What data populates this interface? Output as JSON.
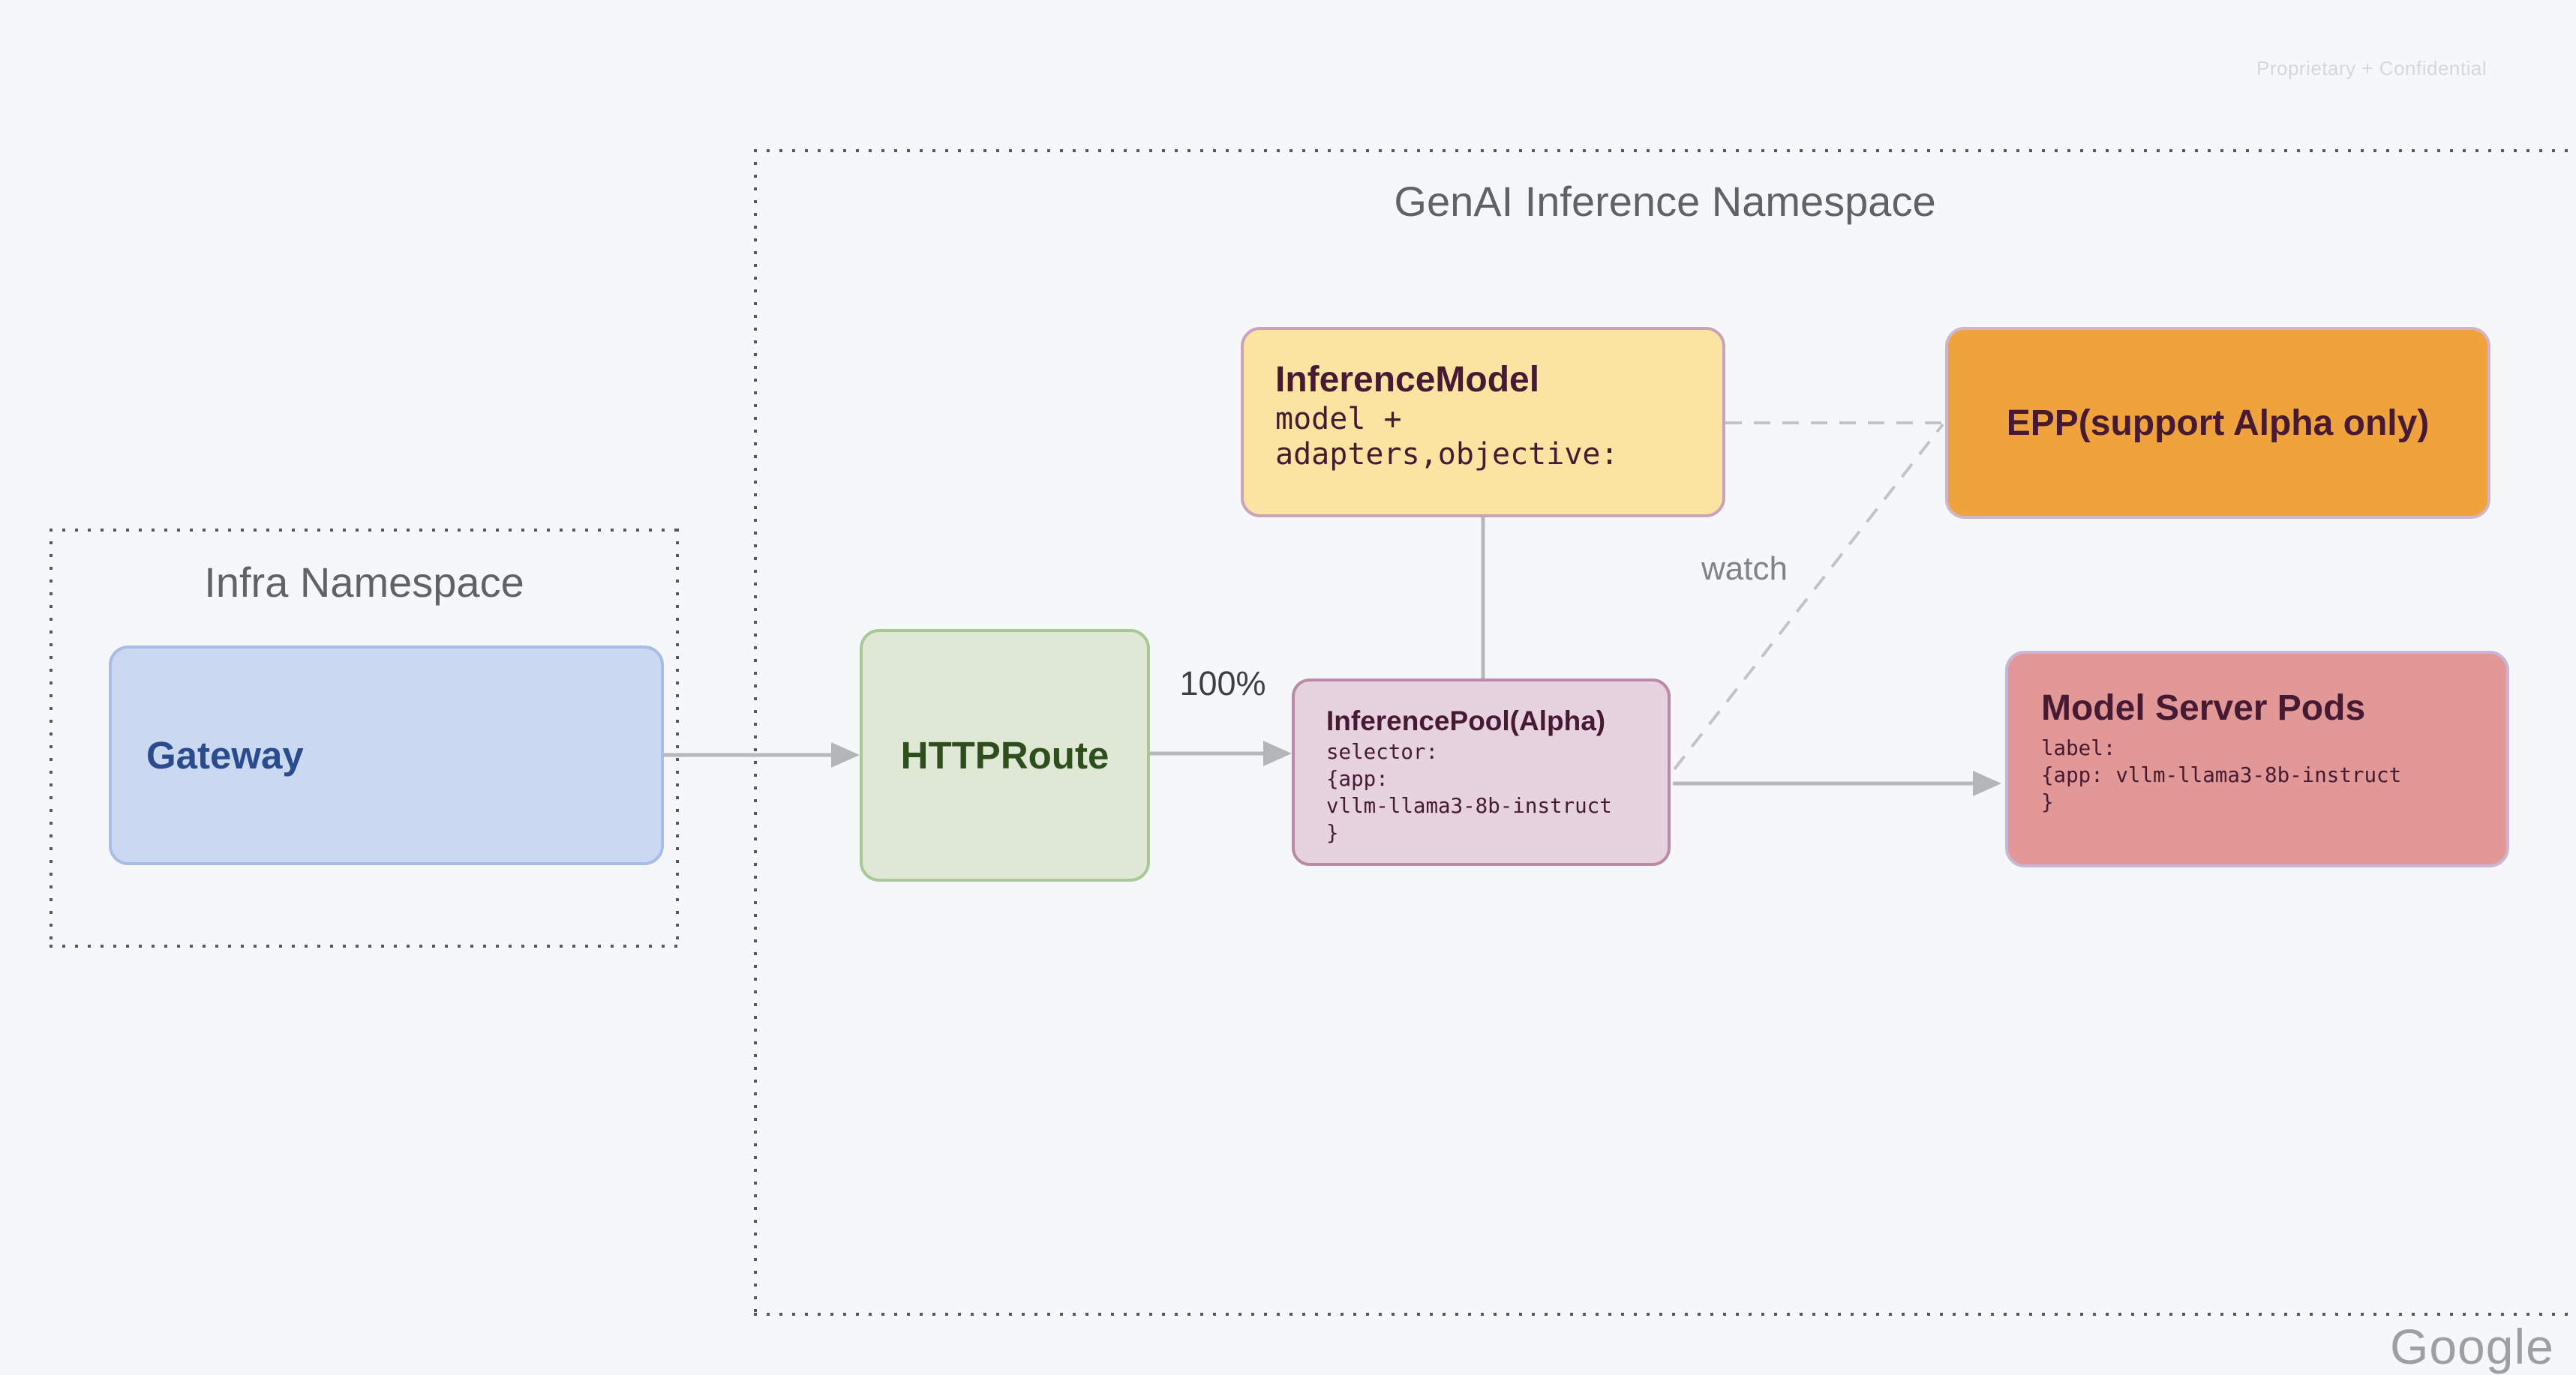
{
  "watermarks": {
    "top_right": "Proprietary + Confidential",
    "bottom_right_partial": "Google"
  },
  "groups": {
    "genai": {
      "title": "GenAI Inference Namespace"
    },
    "infra": {
      "title": "Infra Namespace"
    }
  },
  "nodes": {
    "gateway": {
      "label": "Gateway"
    },
    "httproute": {
      "label": "HTTPRoute"
    },
    "inference_model": {
      "title": "InferenceModel",
      "body_lines": [
        "model +",
        "adapters,objective:"
      ]
    },
    "epp": {
      "label": "EPP(support Alpha only)"
    },
    "inference_pool": {
      "title": "InferencePool(Alpha)",
      "body_lines": [
        "selector:",
        "{app:",
        "vllm-llama3-8b-instruct",
        "}"
      ]
    },
    "model_server_pods": {
      "title": "Model Server Pods",
      "body_lines": [
        "label:",
        "{app: vllm-llama3-8b-instruct",
        "}"
      ]
    }
  },
  "edges": {
    "route_weight_label": "100%",
    "watch_label": "watch"
  },
  "palette": {
    "background": "#F6F7F9",
    "namespace_title_gray": "#5F6368",
    "dotted_border_gray": "#54575B",
    "gateway_fill": "#CBD8F2",
    "gateway_border": "#A9BCE8",
    "gateway_text": "#2B4C8C",
    "httproute_fill": "#DEE8D5",
    "httproute_border": "#A8C896",
    "httproute_text": "#2F4E1E",
    "inference_model_fill": "#FBE3A2",
    "epp_fill": "#F0A33C",
    "inference_pool_fill": "#E7D3DF",
    "inference_pool_border": "#B98BA6",
    "model_server_pods_fill": "#E29896",
    "model_server_pods_border": "#C8B6DA",
    "dark_maroon_text": "#461A33",
    "arrow_gray": "#B7B8BC",
    "dashed_gray": "#C2C3C7",
    "watermark_gray": "#D6D7DA"
  }
}
